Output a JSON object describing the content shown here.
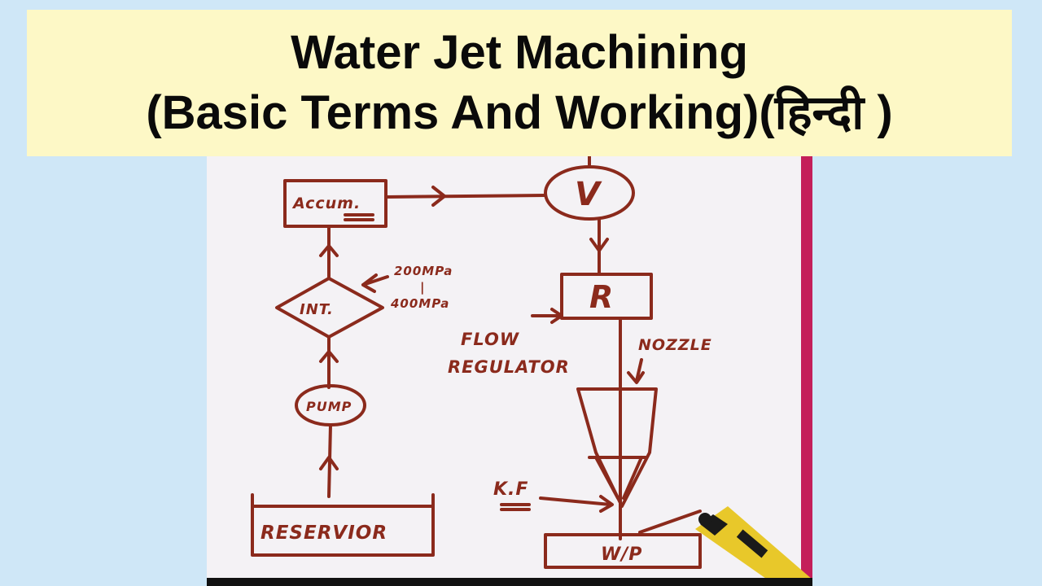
{
  "title": {
    "line1": "Water Jet Machining",
    "line2": "(Basic Terms And Working)(हिन्दी )"
  },
  "diagram": {
    "nodes": {
      "accumulator": "Accum.",
      "valve": "V",
      "regulator": "R",
      "intensifier": "INT.",
      "pump": "PUMP",
      "reservoir": "RESERVIOR",
      "workpiece": "W/P"
    },
    "annotations": {
      "pressure_top": "200MPa",
      "pressure_sep": "|",
      "pressure_bottom": "400MPa",
      "flow_regulator_1": "FLOW",
      "flow_regulator_2": "REGULATOR",
      "nozzle": "NOZZLE",
      "kerf": "K.F"
    }
  },
  "colors": {
    "banner": "#fdf8c6",
    "background": "#cfe7f7",
    "ink": "#8b2a1c",
    "board": "#f4f2f5",
    "board_edge": "#c41f5a"
  }
}
